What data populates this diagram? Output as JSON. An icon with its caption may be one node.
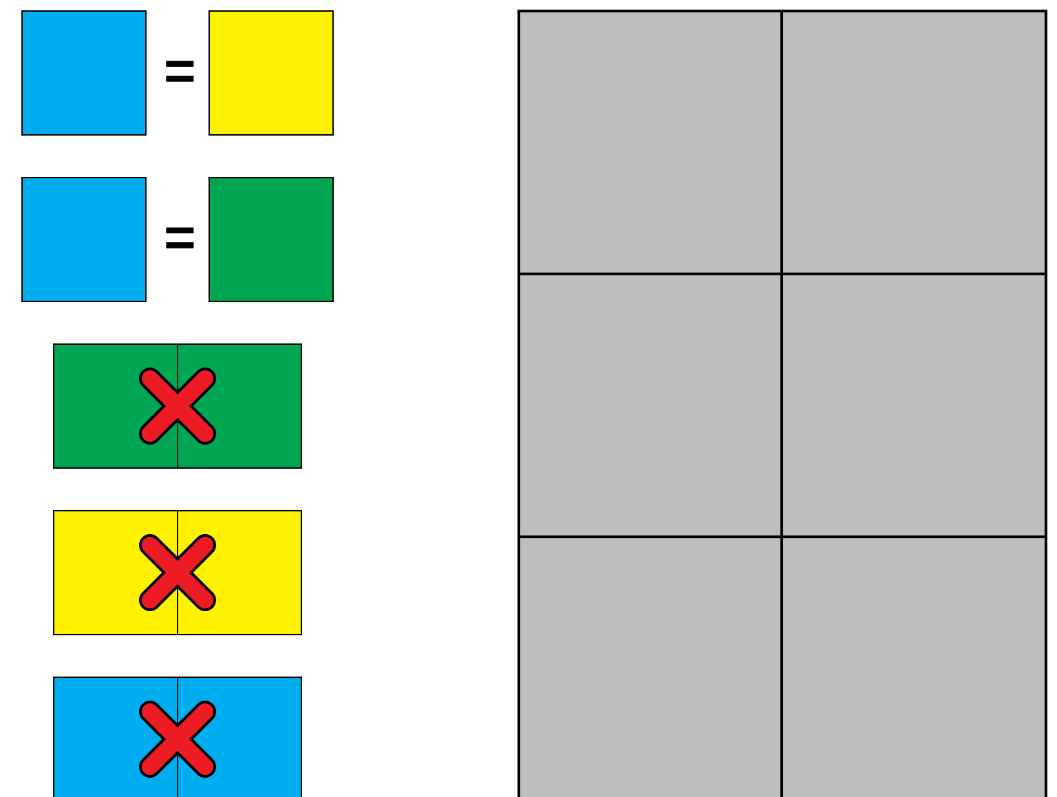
{
  "diagram": {
    "nodes": [
      {
        "text": [],
        "shape": "box"
      },
      {
        "text": [],
        "shape": "box"
      },
      {
        "text": [],
        "shape": "box"
      },
      {
        "text": [],
        "shape": "box"
      }
    ],
    "labels": [
      "=",
      "="
    ]
  }
}
